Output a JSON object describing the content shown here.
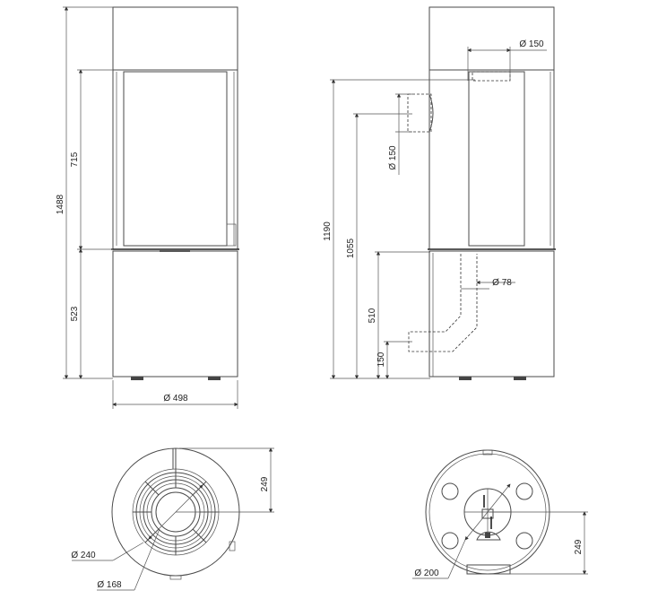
{
  "front_view": {
    "dim_total_height": "1488",
    "dim_glass_height": "715",
    "dim_base_height": "523",
    "dim_diameter": "Ø 498"
  },
  "side_view": {
    "dim_top_flue": "Ø 150",
    "dim_rear_flue": "Ø 150",
    "dim_air_inlet": "Ø 78",
    "dim_height_1190": "1190",
    "dim_height_1055": "1055",
    "dim_height_510": "510",
    "dim_height_150": "150"
  },
  "top_view": {
    "dim_offset": "249",
    "dim_outer_ring": "Ø 240",
    "dim_inner_ring": "Ø 168"
  },
  "bottom_view": {
    "dim_offset": "249",
    "dim_bottom_flue": "Ø 200"
  }
}
